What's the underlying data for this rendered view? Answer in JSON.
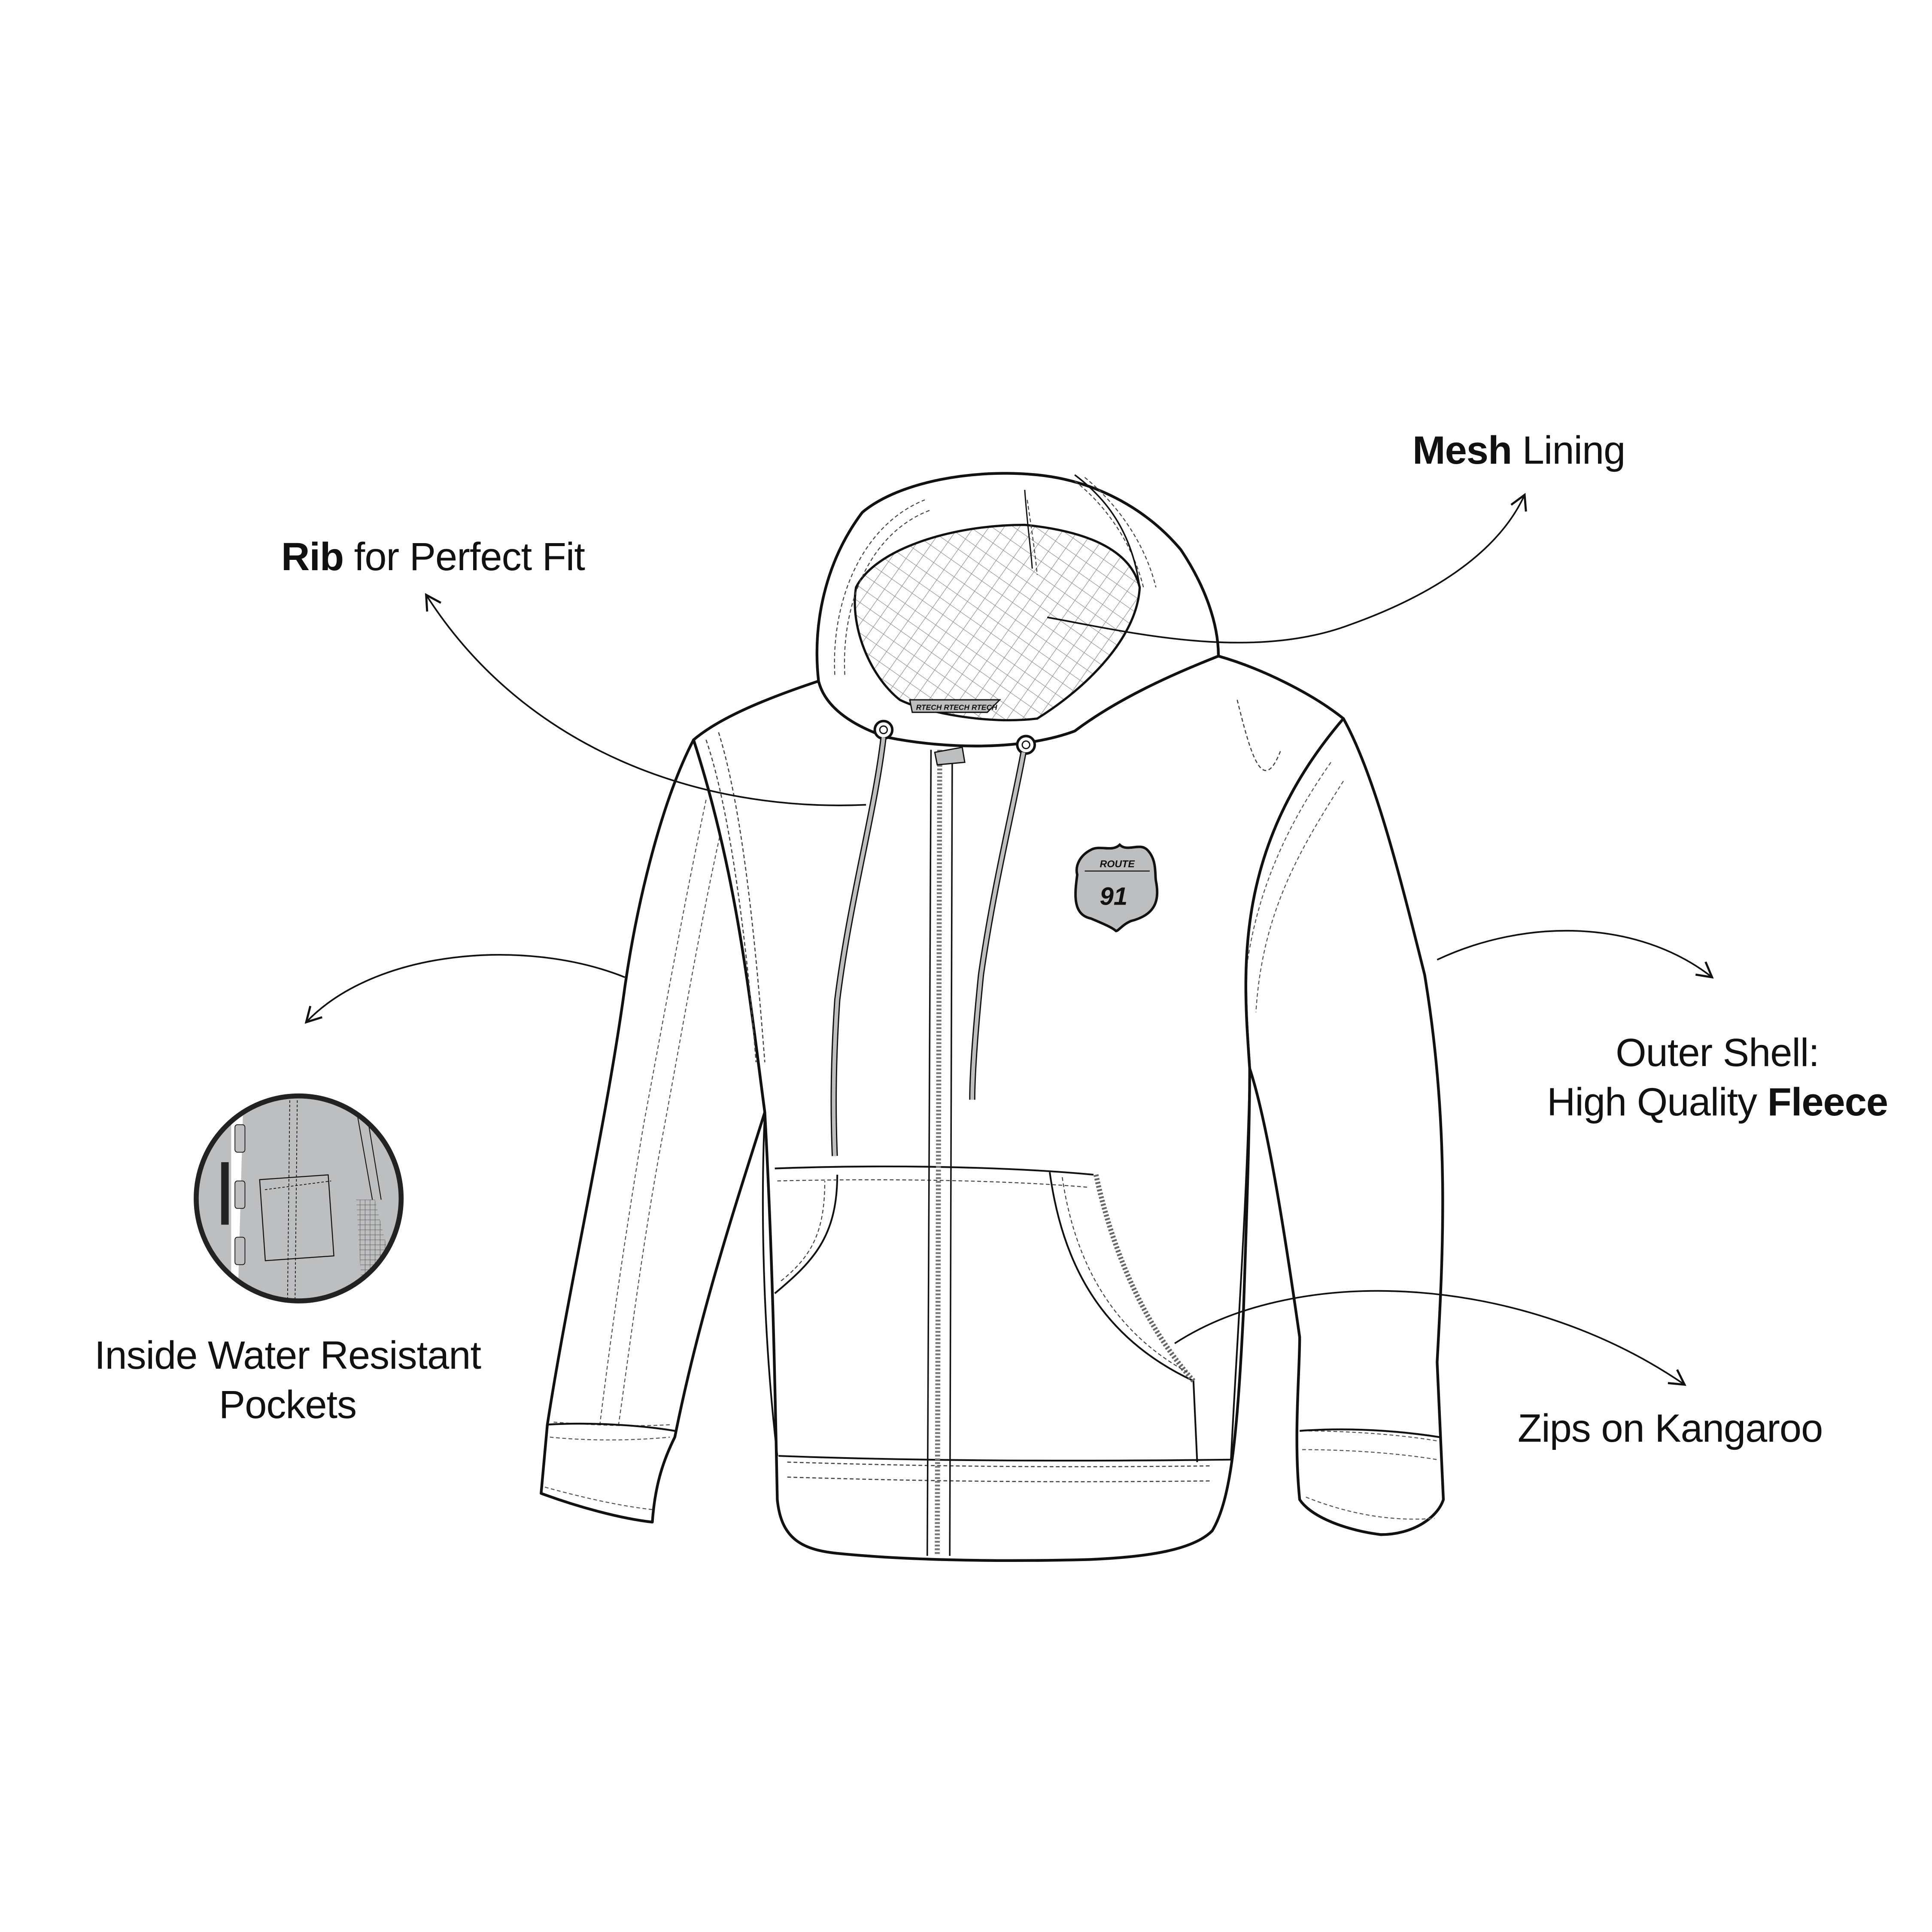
{
  "diagram": {
    "subject": "Full-zip hooded fleece jacket technical flat sketch",
    "colors": {
      "line": "#111111",
      "fill": "#ffffff",
      "accent_gray": "#bcbec0",
      "mesh_gray": "#7a7a7a"
    }
  },
  "callouts": {
    "rib": {
      "bold": "Rib",
      "rest": " for Perfect Fit"
    },
    "mesh": {
      "bold": "Mesh",
      "rest": " Lining"
    },
    "outer": {
      "line1": "Outer Shell:",
      "line2_regular": "High Quality ",
      "line2_bold": "Fleece"
    },
    "pockets": {
      "line1": "Inside Water Resistant",
      "line2": "Pockets"
    },
    "zips": {
      "text": "Zips on Kangaroo"
    }
  },
  "badge": {
    "top": "ROUTE",
    "number": "91"
  },
  "hood_tape": {
    "text": "RTECH",
    "repeat": 3
  },
  "inset": {
    "name": "inside pocket detail circle"
  }
}
